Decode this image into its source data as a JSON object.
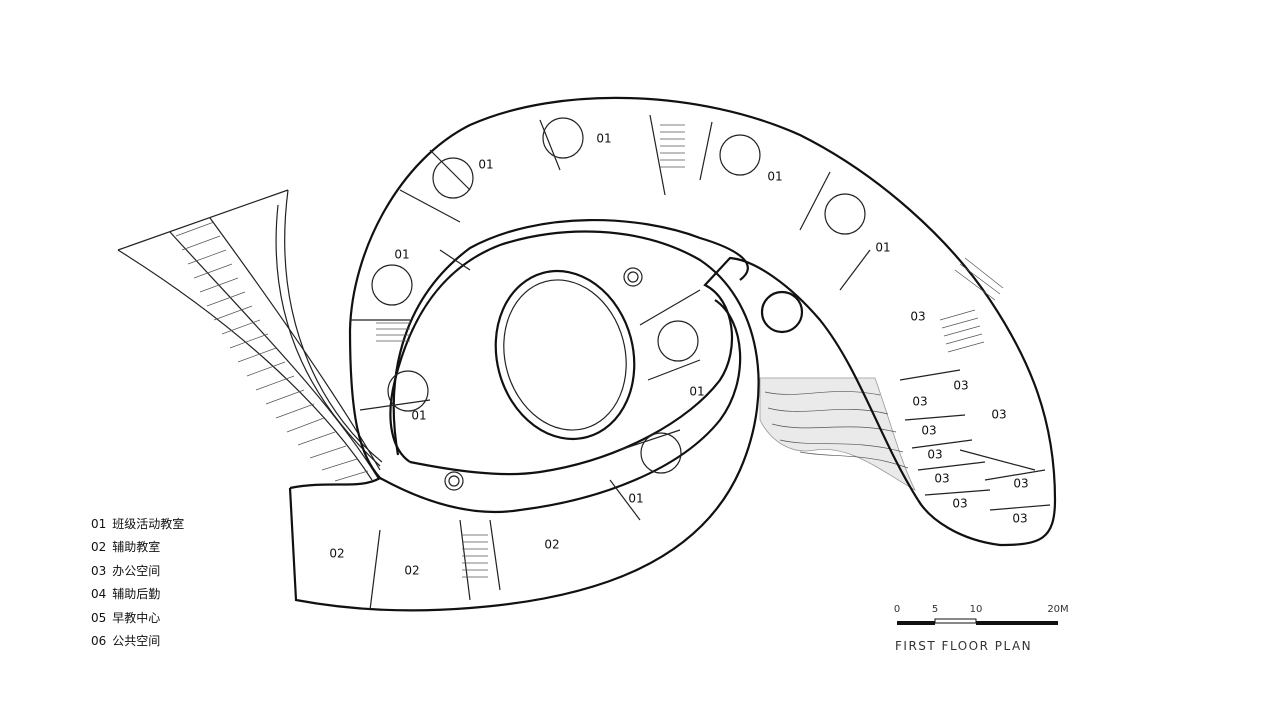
{
  "legend": [
    {
      "code": "01",
      "label": "班级活动教室"
    },
    {
      "code": "02",
      "label": "辅助教室"
    },
    {
      "code": "03",
      "label": "办公空间"
    },
    {
      "code": "04",
      "label": "辅助后勤"
    },
    {
      "code": "05",
      "label": "早教中心"
    },
    {
      "code": "06",
      "label": "公共空间"
    }
  ],
  "rooms": [
    {
      "id": "r1",
      "label": "01"
    },
    {
      "id": "r2",
      "label": "01"
    },
    {
      "id": "r3",
      "label": "01"
    },
    {
      "id": "r4",
      "label": "01"
    },
    {
      "id": "r5",
      "label": "01"
    },
    {
      "id": "r6",
      "label": "01"
    },
    {
      "id": "r7",
      "label": "01"
    },
    {
      "id": "r8",
      "label": "01"
    },
    {
      "id": "r9",
      "label": "02"
    },
    {
      "id": "r10",
      "label": "02"
    },
    {
      "id": "r11",
      "label": "02"
    },
    {
      "id": "r12",
      "label": "03"
    },
    {
      "id": "r13",
      "label": "03"
    },
    {
      "id": "r14",
      "label": "03"
    },
    {
      "id": "r15",
      "label": "03"
    },
    {
      "id": "r16",
      "label": "03"
    },
    {
      "id": "r17",
      "label": "03"
    },
    {
      "id": "r18",
      "label": "03"
    },
    {
      "id": "r19",
      "label": "03"
    },
    {
      "id": "r20",
      "label": "03"
    },
    {
      "id": "r21",
      "label": "03"
    }
  ],
  "scale_bar": {
    "ticks": [
      "0",
      "5",
      "10",
      "20M"
    ]
  },
  "plan_title": "FIRST FLOOR PLAN"
}
